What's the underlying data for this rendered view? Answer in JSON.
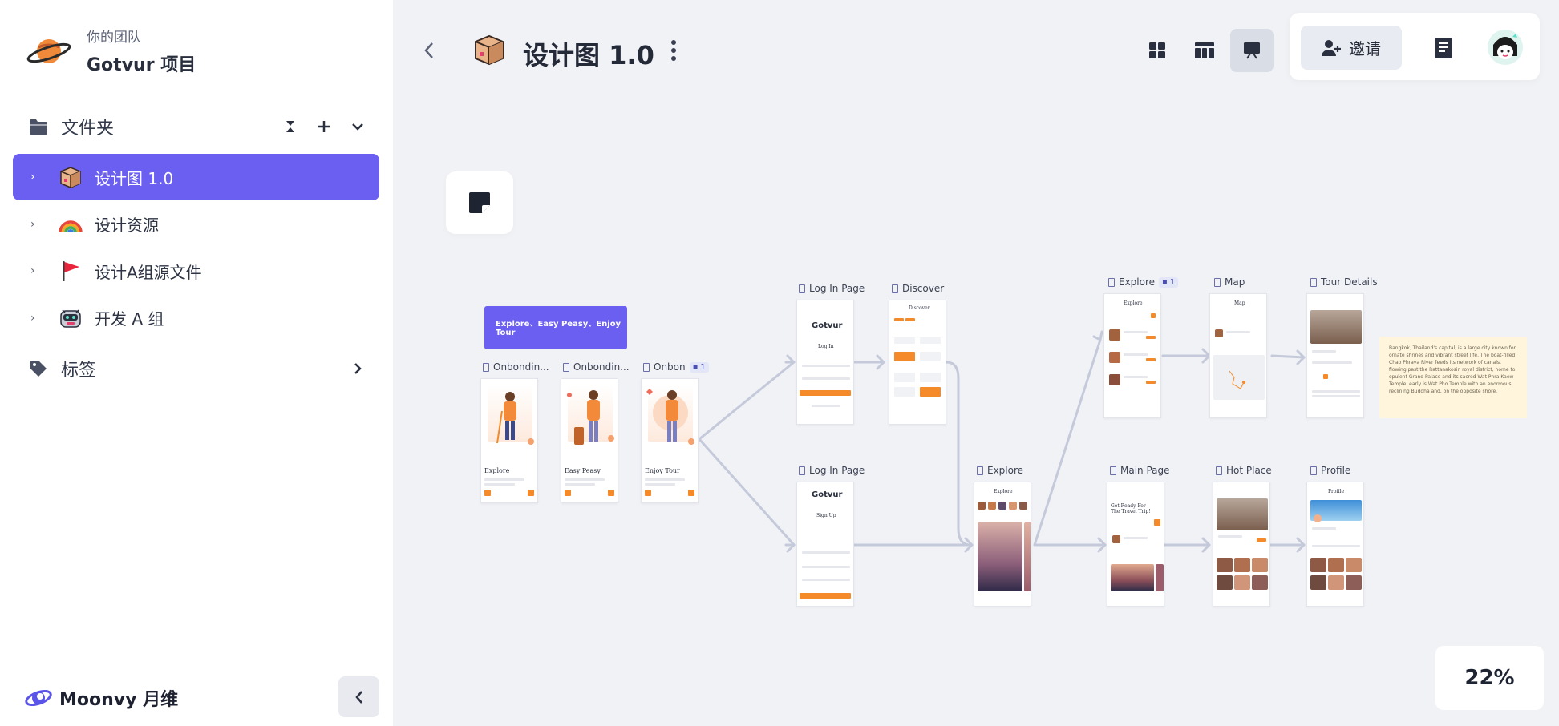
{
  "sidebar": {
    "team_sub": "你的团队",
    "team_name": "Gotvur 项目",
    "folders_label": "文件夹",
    "folders": [
      {
        "name": "设计图 1.0",
        "icon": "package-icon",
        "active": true
      },
      {
        "name": "设计资源",
        "icon": "rainbow-icon",
        "active": false
      },
      {
        "name": "设计A组源文件",
        "icon": "flag-icon",
        "active": false
      },
      {
        "name": "开发 A 组",
        "icon": "robot-icon",
        "active": false
      }
    ],
    "tags_label": "标签",
    "brand_name": "Moonvy 月维"
  },
  "header": {
    "title": "设计图 1.0",
    "invite_label": "邀请"
  },
  "canvas": {
    "promo_text": "Explore、Easy Peasy、Enjoy Tour",
    "frames": {
      "onboarding1": "Onbondin...",
      "onboarding2": "Onbondin...",
      "onboarding3": "Onbon",
      "onboarding3_comments": "1",
      "login1": "Log In Page",
      "discover": "Discover",
      "login2": "Log In Page",
      "explore_mid": "Explore",
      "explore_top": "Explore",
      "explore_top_comments": "1",
      "map": "Map",
      "tour_details": "Tour Details",
      "main_page": "Main Page",
      "hot_place": "Hot Place",
      "profile": "Profile"
    },
    "screens": {
      "explore": "Explore",
      "easy_peasy": "Easy Peasy",
      "enjoy_tour": "Enjoy Tour",
      "logo": "Gotvur",
      "log_in": "Log In",
      "sign_up": "Sign Up",
      "discover": "Discover",
      "map": "Map",
      "profile": "Profile",
      "get_ready": "Get Ready For The Travel Trip!"
    },
    "sticky_text": "Bangkok, Thailand's capital, is a large city known for ornate shrines and vibrant street life. The boat-filled Chao Phraya River feeds its network of canals, flowing past the Rattanakosin royal district, home to opulent Grand Palace and its sacred Wat Phra Kaew Temple. early is Wat Pho Temple with an enormous reclining Buddha and, on the opposite shore."
  },
  "zoom": "22%",
  "colors": {
    "accent": "#6a5ff0",
    "orange": "#f58a2a",
    "connector": "#c5cadb"
  }
}
